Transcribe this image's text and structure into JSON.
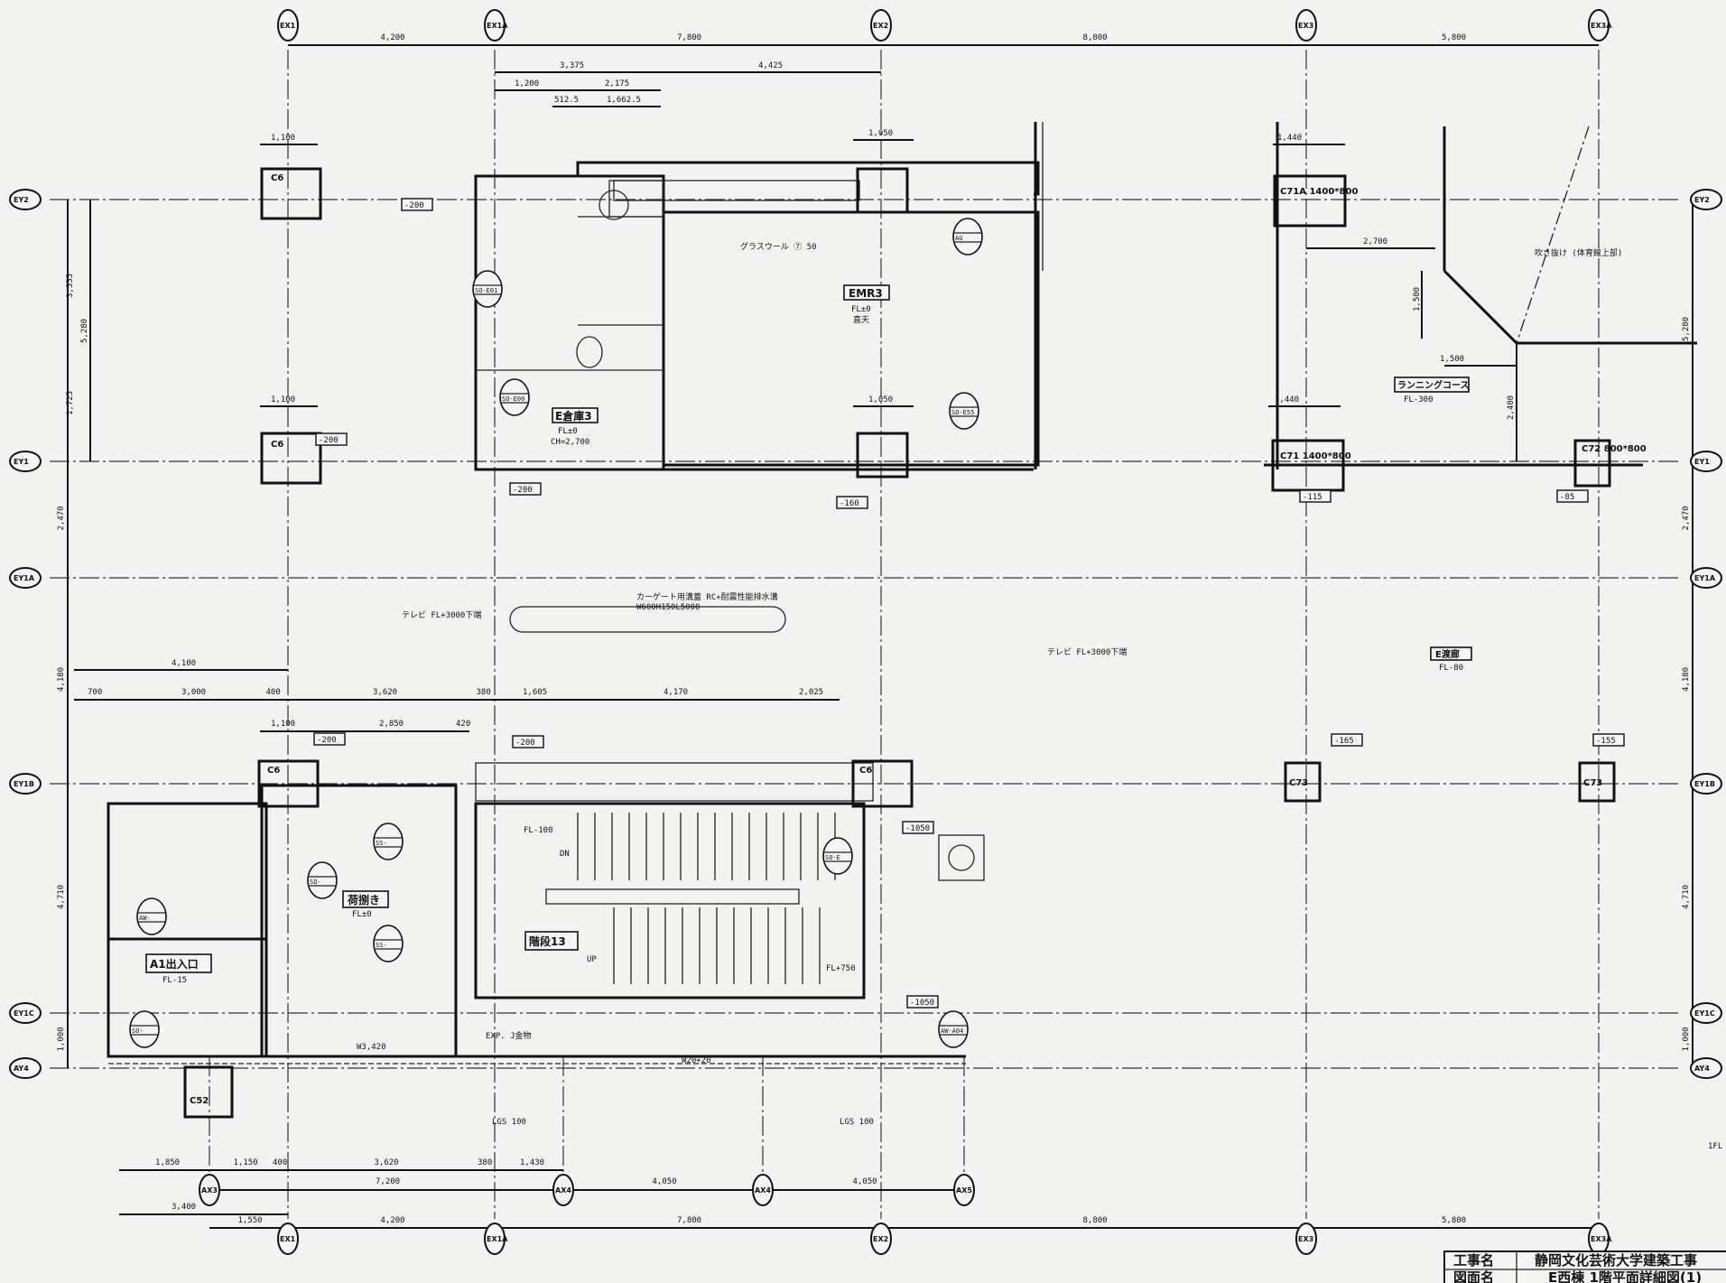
{
  "grid_x": [
    "EX1",
    "EX1A",
    "EX2",
    "EX3",
    "EX3A"
  ],
  "grid_y": [
    "EY2",
    "EY1",
    "EY1A",
    "EY1B",
    "EY1C",
    "AY4"
  ],
  "grid_ax": [
    "AX3",
    "AX4",
    "AX4'",
    "AX5"
  ],
  "dims_top": [
    "4,200",
    "7,800",
    "8,800",
    "5,800",
    "3,375",
    "4,425",
    "1,200",
    "2,175",
    "512.5",
    "1,662.5"
  ],
  "dims_bottom": [
    "1,850",
    "1,150",
    "400",
    "3,620",
    "380",
    "1,430",
    "7,200",
    "4,050",
    "4,050",
    "3,400",
    "1,550",
    "4,200",
    "7,800",
    "8,800",
    "5,800"
  ],
  "dims_left": [
    "5,280",
    "3,555",
    "1,725",
    "2,470",
    "4,180",
    "4,710",
    "1,000"
  ],
  "dims_right": [
    "5,280",
    "2,470",
    "4,180",
    "4,710",
    "1,000"
  ],
  "dims_mid": [
    "4,100",
    "700",
    "3,000",
    "400",
    "3,620",
    "380",
    "1,605",
    "4,170",
    "2,025",
    "1,100",
    "2,850",
    "420",
    "2,700",
    "1,500",
    "1,500",
    "2,400",
    "1,440",
    "1,440",
    "1,050",
    "1,050",
    "1,100",
    "1,100"
  ],
  "rooms": [
    {
      "name": "EMR3",
      "fl": "FL±0",
      "note": "直天"
    },
    {
      "name": "E倉庫3",
      "fl": "FL±0",
      "note": "CH=2,700"
    },
    {
      "name": "ランニングコース",
      "fl": "FL-300",
      "note": ""
    },
    {
      "name": "荷捌き",
      "fl": "FL±0",
      "note": ""
    },
    {
      "name": "A1出入口",
      "fl": "FL-15",
      "note": ""
    },
    {
      "name": "階段13",
      "fl": "FL-100",
      "note": "FL+750"
    },
    {
      "name": "E渡廊",
      "fl": "FL-80",
      "note": ""
    }
  ],
  "columns": [
    "C6",
    "C6",
    "C6",
    "C6",
    "C71A 1400*800",
    "C71 1400*800",
    "C72 800*800",
    "C73",
    "C73",
    "C52"
  ],
  "level_tags": [
    "-200",
    "-200",
    "-200",
    "-200",
    "-200",
    "-160",
    "-115",
    "-85",
    "-165",
    "-155",
    "-1050",
    "-1050"
  ],
  "annotations": [
    "グラスウール ⑦ 50",
    "吹き抜け (体育館上部)",
    "カーゲート用溝蓋 RC+耐震性能排水溝",
    "W600H150L5000",
    "テレビ FL+3000下端",
    "テレビ FL+3000下端",
    "EXP. J金物",
    "W3,420",
    "W20+20",
    "LGS 100",
    "LGS 100",
    "DN",
    "UP"
  ],
  "door_tags": [
    "SO-E01",
    "SO-E00",
    "AG",
    "SO-E55",
    "SS-",
    "SS-",
    "SO-",
    "AW-",
    "SO-",
    "AW-A04",
    "SO-E"
  ],
  "title_block": {
    "project_label": "工事名",
    "project": "静岡文化芸術大学建築工事",
    "drawing_label": "図面名",
    "drawing": "E西棟 1階平面詳細図(1)"
  },
  "corner_label": "1FL"
}
